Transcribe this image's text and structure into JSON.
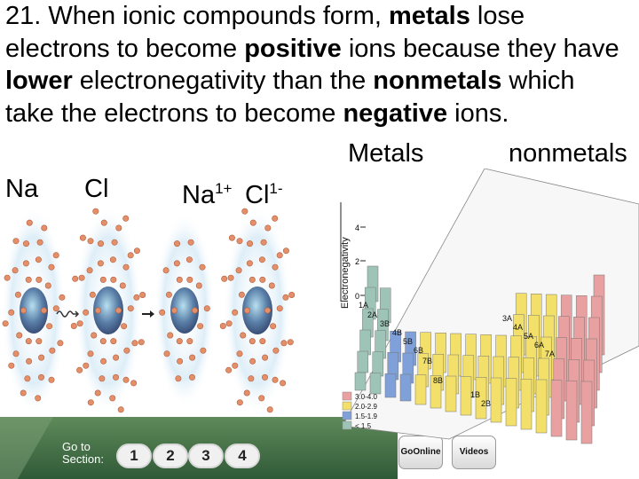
{
  "text": {
    "l1_a": "21.  When ionic compounds form, ",
    "l1_b": "metals",
    "l1_c": " lose",
    "l2_a": "electrons to become ",
    "l2_b": "positive",
    "l2_c": " ions because they have",
    "l3_a": "lower",
    "l3_b": " electronegativity than the ",
    "l3_c": "nonmetals",
    "l3_d": " which",
    "l4_a": "take the electrons to become ",
    "l4_b": "negative",
    "l4_c": " ions."
  },
  "labels": {
    "metals": "Metals",
    "nonmetals": "nonmetals",
    "na": "Na",
    "cl": "Cl",
    "na_ion": "Na",
    "na_charge": "1+",
    "cl_ion": "Cl",
    "cl_charge": "1-"
  },
  "nav": {
    "go_to": "Go to",
    "section": "Section:",
    "buttons": [
      "1",
      "2",
      "3",
      "4"
    ],
    "online": "GoOnline",
    "videos": "Videos"
  },
  "chart": {
    "y_label": "Electronegativity",
    "y_ticks": [
      "4",
      "2",
      "0"
    ],
    "groups": [
      "1A",
      "2A",
      "3B",
      "4B",
      "5B",
      "6B",
      "7B",
      "8B",
      "1B",
      "2B",
      "3A",
      "4A",
      "5A",
      "6A",
      "7A"
    ],
    "legend": [
      {
        "label": "3.0-4.0",
        "color": "#e8a0a0"
      },
      {
        "label": "2.0-2.9",
        "color": "#f2e06a"
      },
      {
        "label": "1.5-1.9",
        "color": "#7fa0d8"
      },
      {
        "label": "< 1.5",
        "color": "#9ec4b8"
      }
    ]
  }
}
